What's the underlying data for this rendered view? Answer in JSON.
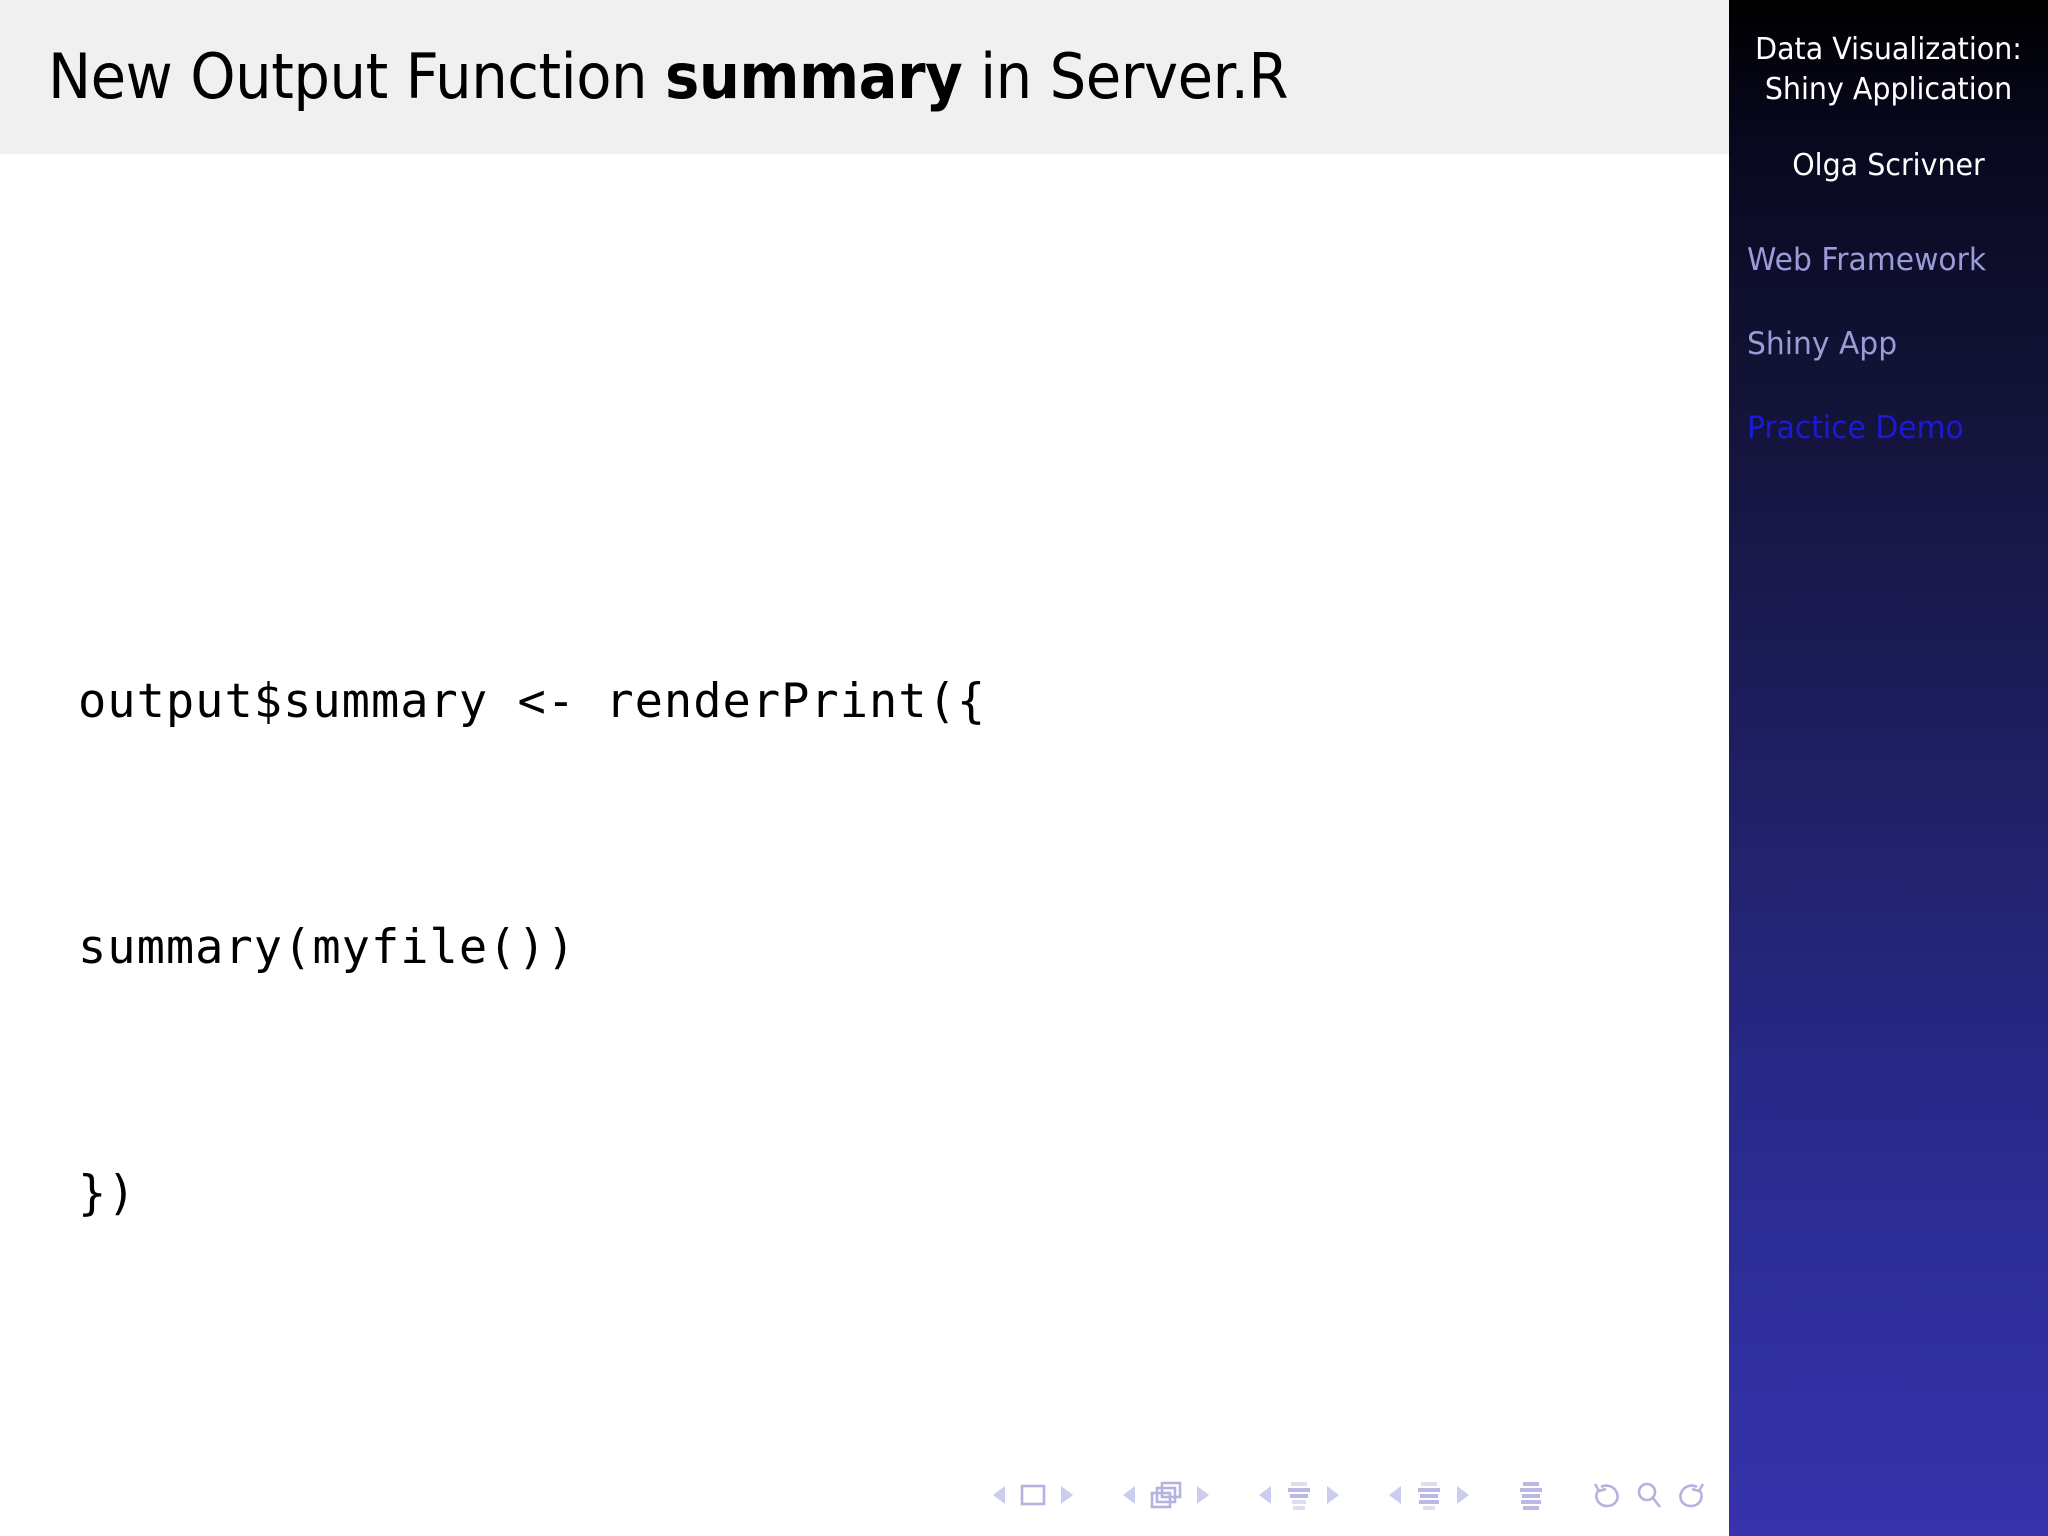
{
  "slide": {
    "frame_title_parts": [
      {
        "text": "New Output Function ",
        "bold": false
      },
      {
        "text": "summary",
        "bold": true
      },
      {
        "text": " in Server.R",
        "bold": false
      }
    ],
    "frame_title_plain": "New Output Function summary in Server.R",
    "title_bar_bg": "#f0f0f0",
    "body_bg": "#ffffff"
  },
  "code": {
    "language": "R",
    "lines": [
      "output$summary <- renderPrint({",
      "summary(myfile())",
      "})"
    ]
  },
  "sidebar": {
    "title_line_1": "Data Visualization:",
    "title_line_2": "Shiny Application",
    "author": "Olga Scrivner",
    "gradient_top": "#000000",
    "gradient_bottom": "#3230a4",
    "inactive_color": "#9b9bd8",
    "current_color": "#1a1ad8",
    "sections": [
      {
        "label": "Web Framework",
        "state": "inactive"
      },
      {
        "label": "Shiny App",
        "state": "inactive"
      },
      {
        "label": "Practice Demo",
        "state": "current"
      }
    ]
  },
  "navigation": {
    "color": "#b9b9e4",
    "groups": [
      {
        "name": "first-slide-group",
        "icons": [
          "prev-slide-triangle-icon",
          "slide-square-icon",
          "next-slide-triangle-icon"
        ]
      },
      {
        "name": "frame-group",
        "icons": [
          "prev-frame-triangle-icon",
          "frames-stack-icon",
          "next-frame-triangle-icon"
        ]
      },
      {
        "name": "subsection-group",
        "icons": [
          "prev-subsection-triangle-icon",
          "subsection-bars-icon",
          "next-subsection-triangle-icon"
        ]
      },
      {
        "name": "section-group",
        "icons": [
          "prev-section-triangle-icon",
          "section-bars-icon",
          "next-section-triangle-icon"
        ]
      },
      {
        "name": "document-group",
        "icons": [
          "document-bars-icon"
        ]
      },
      {
        "name": "back-find-forward-group",
        "icons": [
          "back-arrow-icon",
          "search-magnifier-icon",
          "forward-arrow-icon"
        ]
      }
    ]
  }
}
